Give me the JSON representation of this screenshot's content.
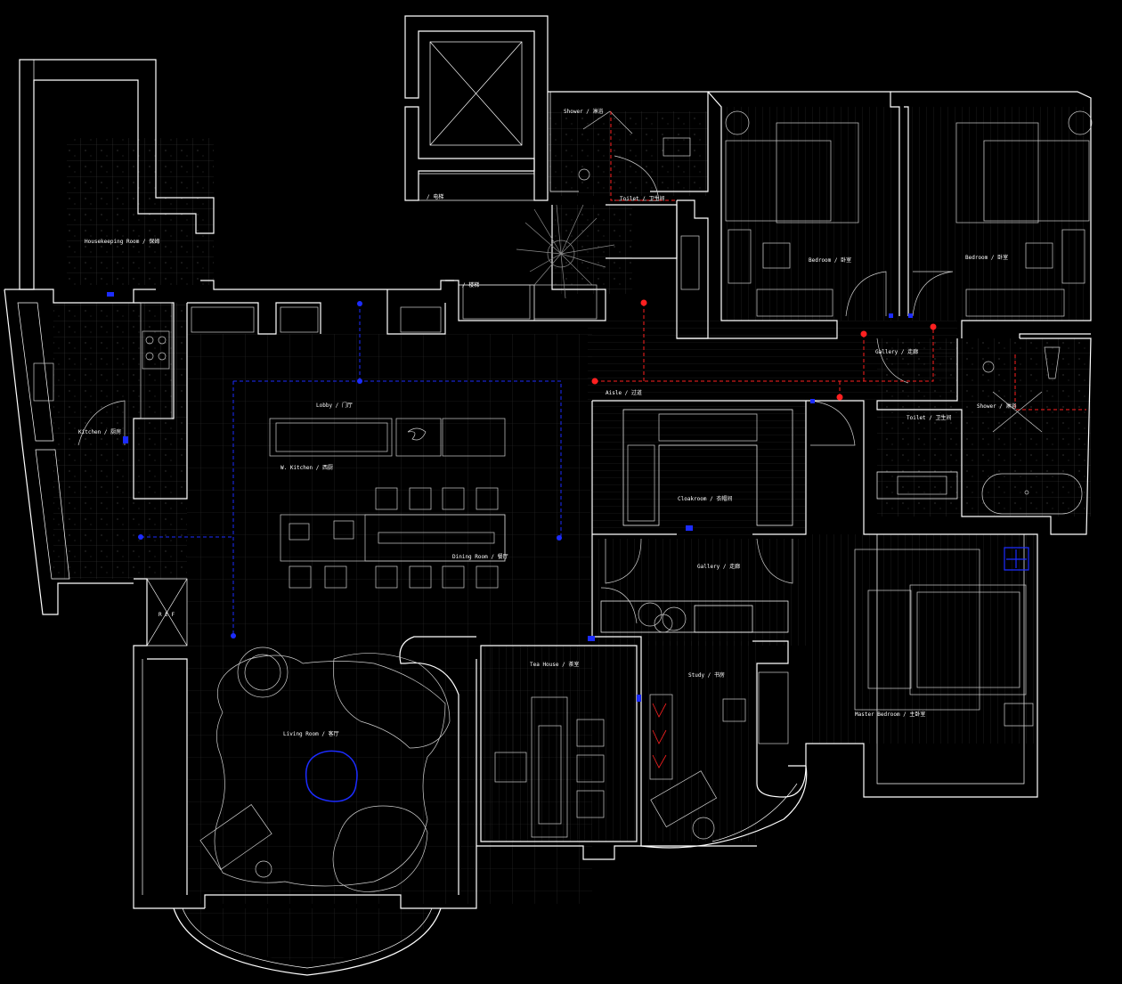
{
  "drawing": {
    "rooms": [
      {
        "id": "housekeeping",
        "label": "Housekeeping Room / 保姆"
      },
      {
        "id": "kitchen",
        "label": "Kitchen / 厨房"
      },
      {
        "id": "lobby",
        "label": "Lobby / 门厅"
      },
      {
        "id": "western-kitchen",
        "label": "W. Kitchen / 西厨"
      },
      {
        "id": "dining",
        "label": "Dining Room / 餐厅"
      },
      {
        "id": "living",
        "label": "Living Room / 客厅"
      },
      {
        "id": "tea",
        "label": "Tea House / 茶室"
      },
      {
        "id": "study",
        "label": "Study / 书房"
      },
      {
        "id": "cloakroom",
        "label": "Cloakroom / 衣帽间"
      },
      {
        "id": "gallery-center",
        "label": "Gallery / 走廊"
      },
      {
        "id": "gallery-north",
        "label": "Gallery / 走廊"
      },
      {
        "id": "aisle",
        "label": "Aisle / 过道"
      },
      {
        "id": "shower-north",
        "label": "Shower / 淋浴"
      },
      {
        "id": "toilet-north",
        "label": "Toilet / 卫生间"
      },
      {
        "id": "shower-east",
        "label": "Shower / 淋浴"
      },
      {
        "id": "toilet-east",
        "label": "Toilet / 卫生间"
      },
      {
        "id": "bedroom-1",
        "label": "Bedroom / 卧室"
      },
      {
        "id": "bedroom-2",
        "label": "Bedroom / 卧室"
      },
      {
        "id": "master",
        "label": "Master Bedroom / 主卧室"
      },
      {
        "id": "ref",
        "label": "R E F"
      },
      {
        "id": "lift-label",
        "label": "/ 电梯"
      },
      {
        "id": "stair-label",
        "label": "/ 楼梯"
      }
    ],
    "colors": {
      "background": "#000000",
      "wall": "#ffffff",
      "electrical": "#1c2cff",
      "plumbing": "#ff2020"
    }
  }
}
